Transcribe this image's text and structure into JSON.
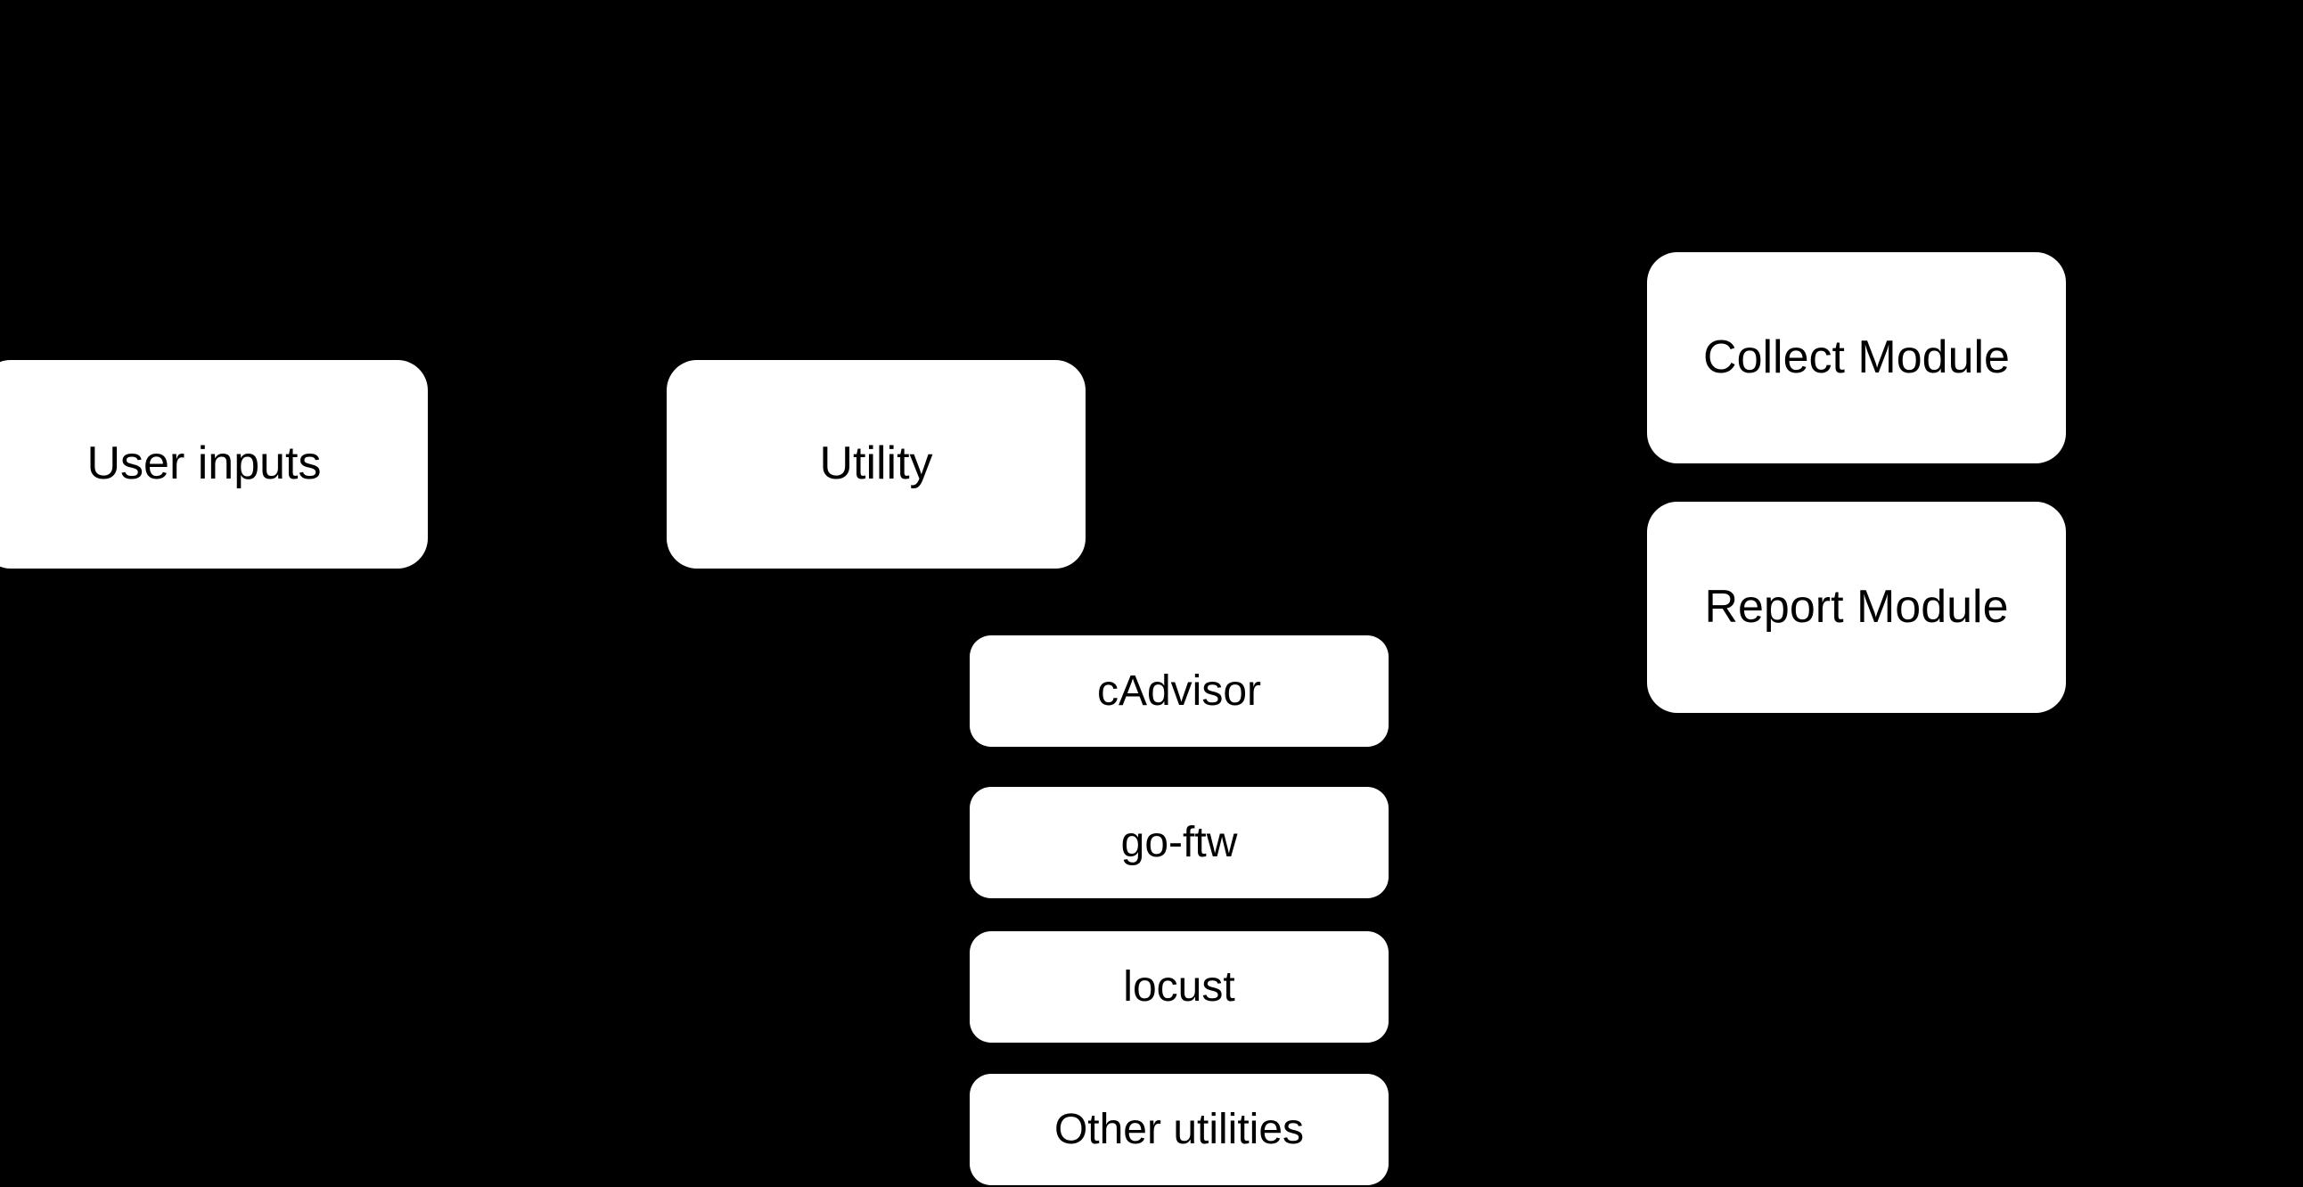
{
  "diagram": {
    "background_color": "#000000",
    "node_fill_color": "#ffffff",
    "node_text_color": "#000000",
    "nodes": [
      {
        "id": "user-inputs",
        "label": "User inputs"
      },
      {
        "id": "utility",
        "label": "Utility"
      },
      {
        "id": "cadvisor",
        "label": "cAdvisor"
      },
      {
        "id": "go-ftw",
        "label": "go-ftw"
      },
      {
        "id": "locust",
        "label": "locust"
      },
      {
        "id": "other-utilities",
        "label": "Other utilities"
      },
      {
        "id": "collect-module",
        "label": "Collect Module"
      },
      {
        "id": "report-module",
        "label": "Report Module"
      }
    ]
  }
}
